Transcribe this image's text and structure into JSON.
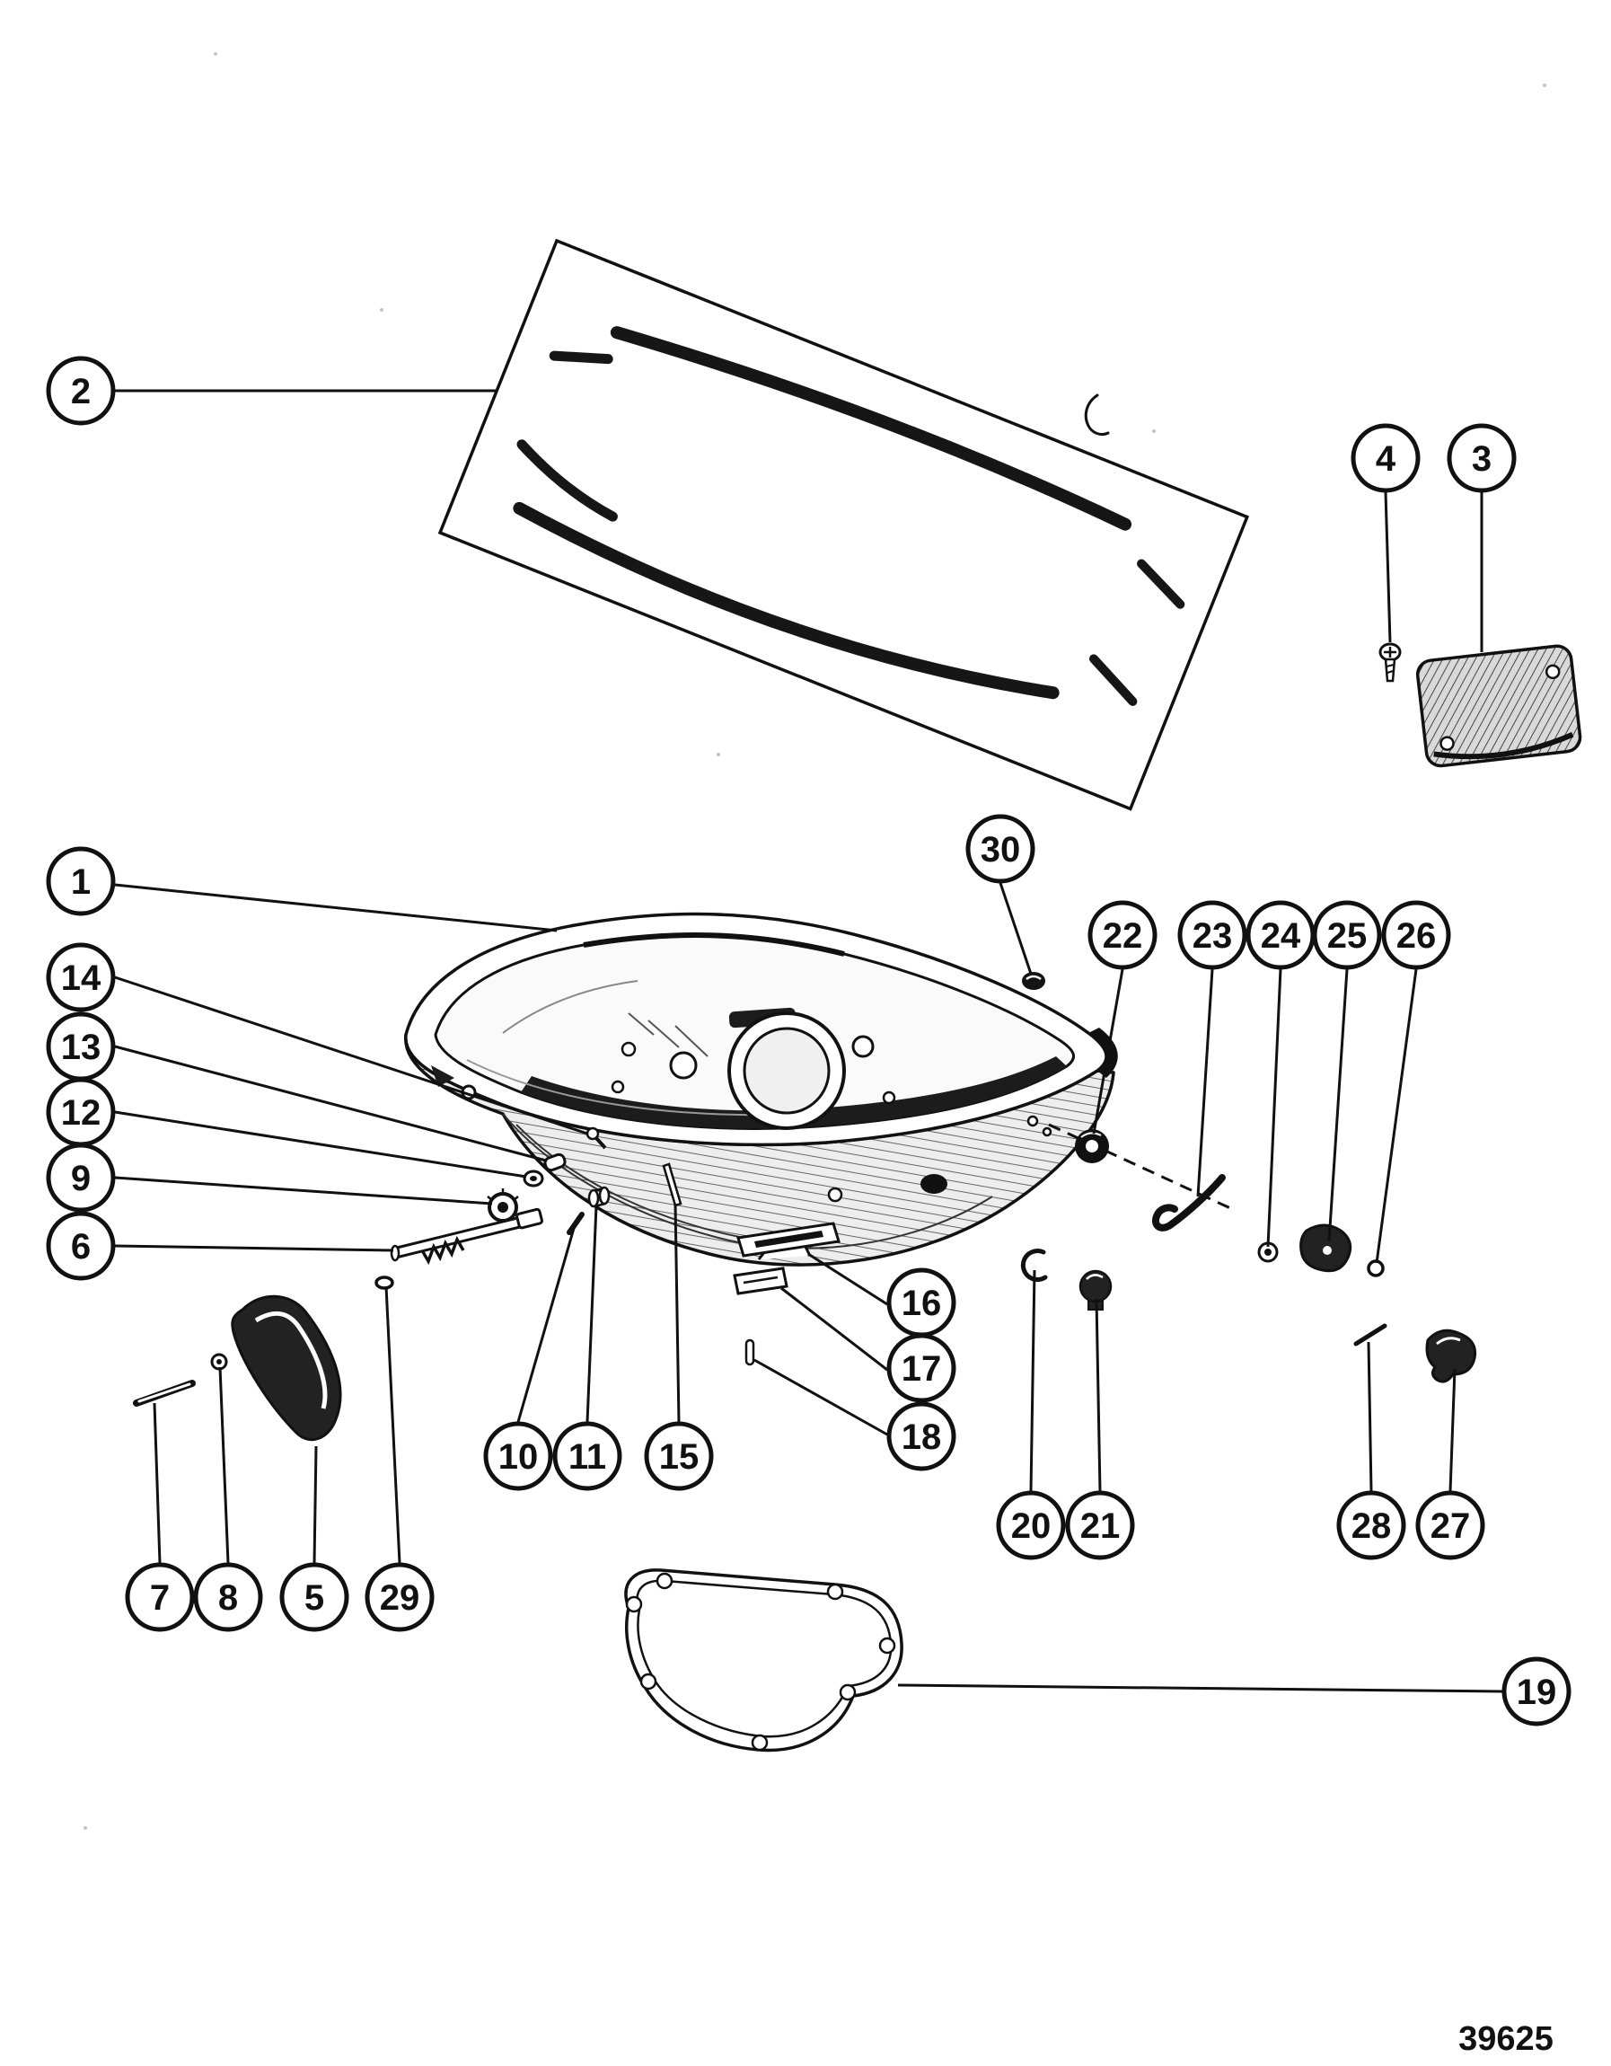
{
  "figure_number": "39625",
  "callouts": [
    "1",
    "2",
    "3",
    "4",
    "5",
    "6",
    "7",
    "8",
    "9",
    "10",
    "11",
    "12",
    "13",
    "14",
    "15",
    "16",
    "17",
    "18",
    "19",
    "20",
    "21",
    "22",
    "23",
    "24",
    "25",
    "26",
    "27",
    "28",
    "29",
    "30"
  ],
  "colors": {
    "ink": "#111111",
    "paper": "#ffffff"
  }
}
